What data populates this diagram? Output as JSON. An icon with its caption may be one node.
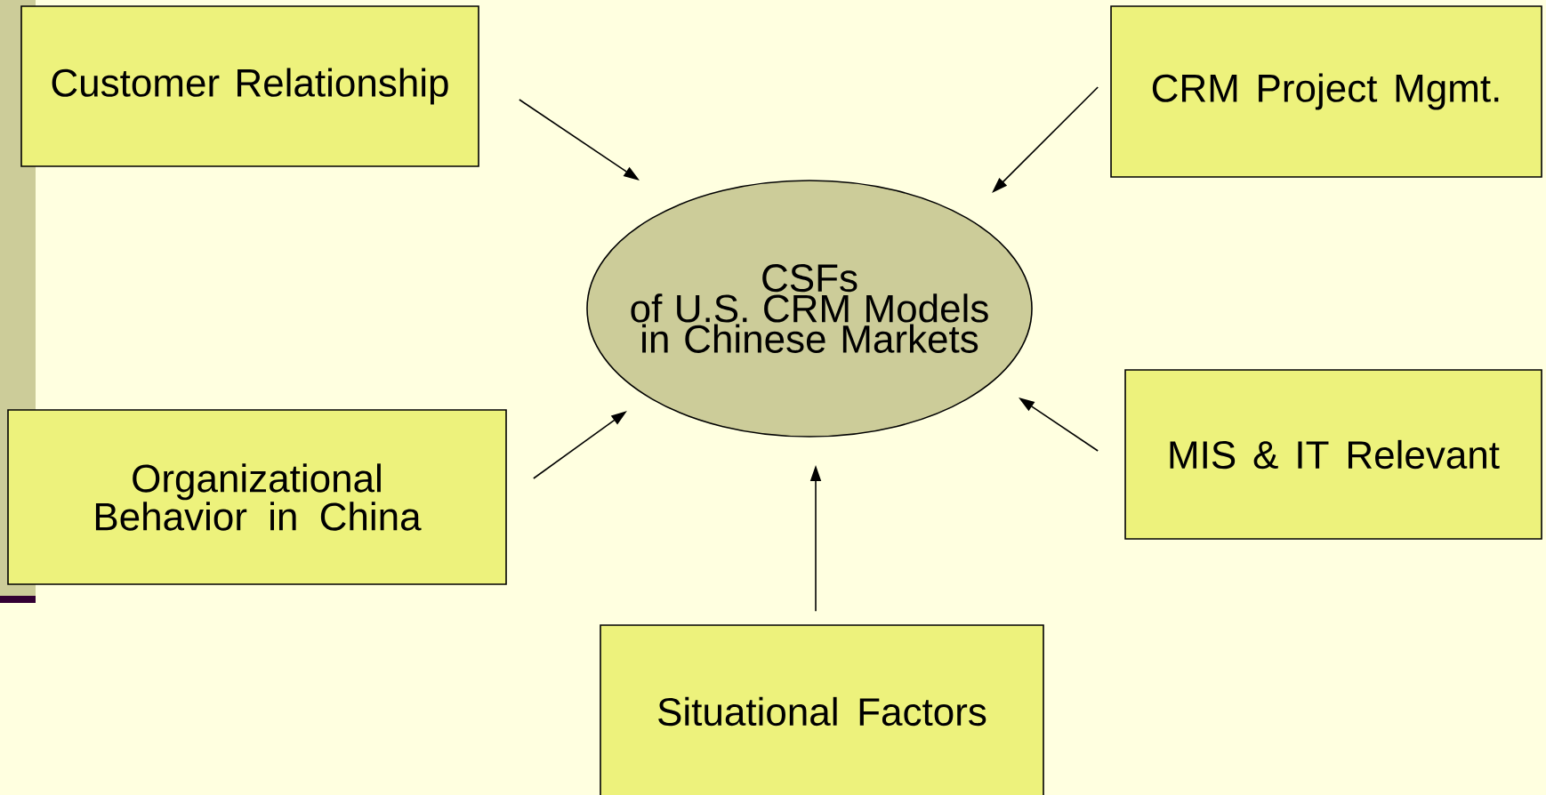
{
  "diagram": {
    "nodes": [
      {
        "text": [
          "Customer Relationship"
        ]
      },
      {
        "text": [
          "CRM Project Mgmt."
        ]
      },
      {
        "text": [
          "CSFs",
          "of U.S. CRM Models in Chinese Markets"
        ]
      },
      {
        "text": [
          "Organizational Behavior in China"
        ]
      },
      {
        "text": [
          "MIS & IT Relevant"
        ]
      },
      {
        "text": [
          "Situational Factors"
        ]
      }
    ],
    "edges": [
      {
        "from": 0,
        "to": 2,
        "arrow": "to"
      },
      {
        "from": 1,
        "to": 2,
        "arrow": "to"
      },
      {
        "from": 3,
        "to": 2,
        "arrow": "to"
      },
      {
        "from": 4,
        "to": 2,
        "arrow": "to"
      },
      {
        "from": 5,
        "to": 2,
        "arrow": "to"
      }
    ]
  }
}
